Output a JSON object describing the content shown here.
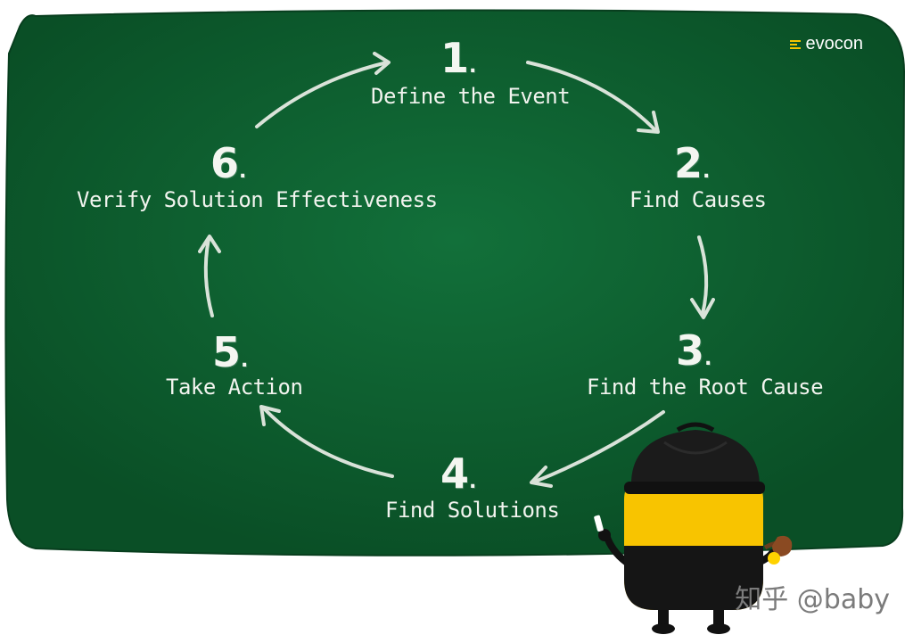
{
  "brand": {
    "name": "evocon"
  },
  "steps": [
    {
      "number": "1",
      "label": "Define the Event"
    },
    {
      "number": "2",
      "label": "Find Causes"
    },
    {
      "number": "3",
      "label": "Find the Root Cause"
    },
    {
      "number": "4",
      "label": "Find Solutions"
    },
    {
      "number": "5",
      "label": "Take Action"
    },
    {
      "number": "6",
      "label": "Verify Solution Effectiveness"
    }
  ],
  "watermark": "知乎 @baby",
  "colors": {
    "board": "#0c5b2c",
    "chalk": "#f2f4ef",
    "mascot_body": "#f8c400",
    "mascot_hat": "#1a1a1a",
    "accent": "#f6c400"
  }
}
